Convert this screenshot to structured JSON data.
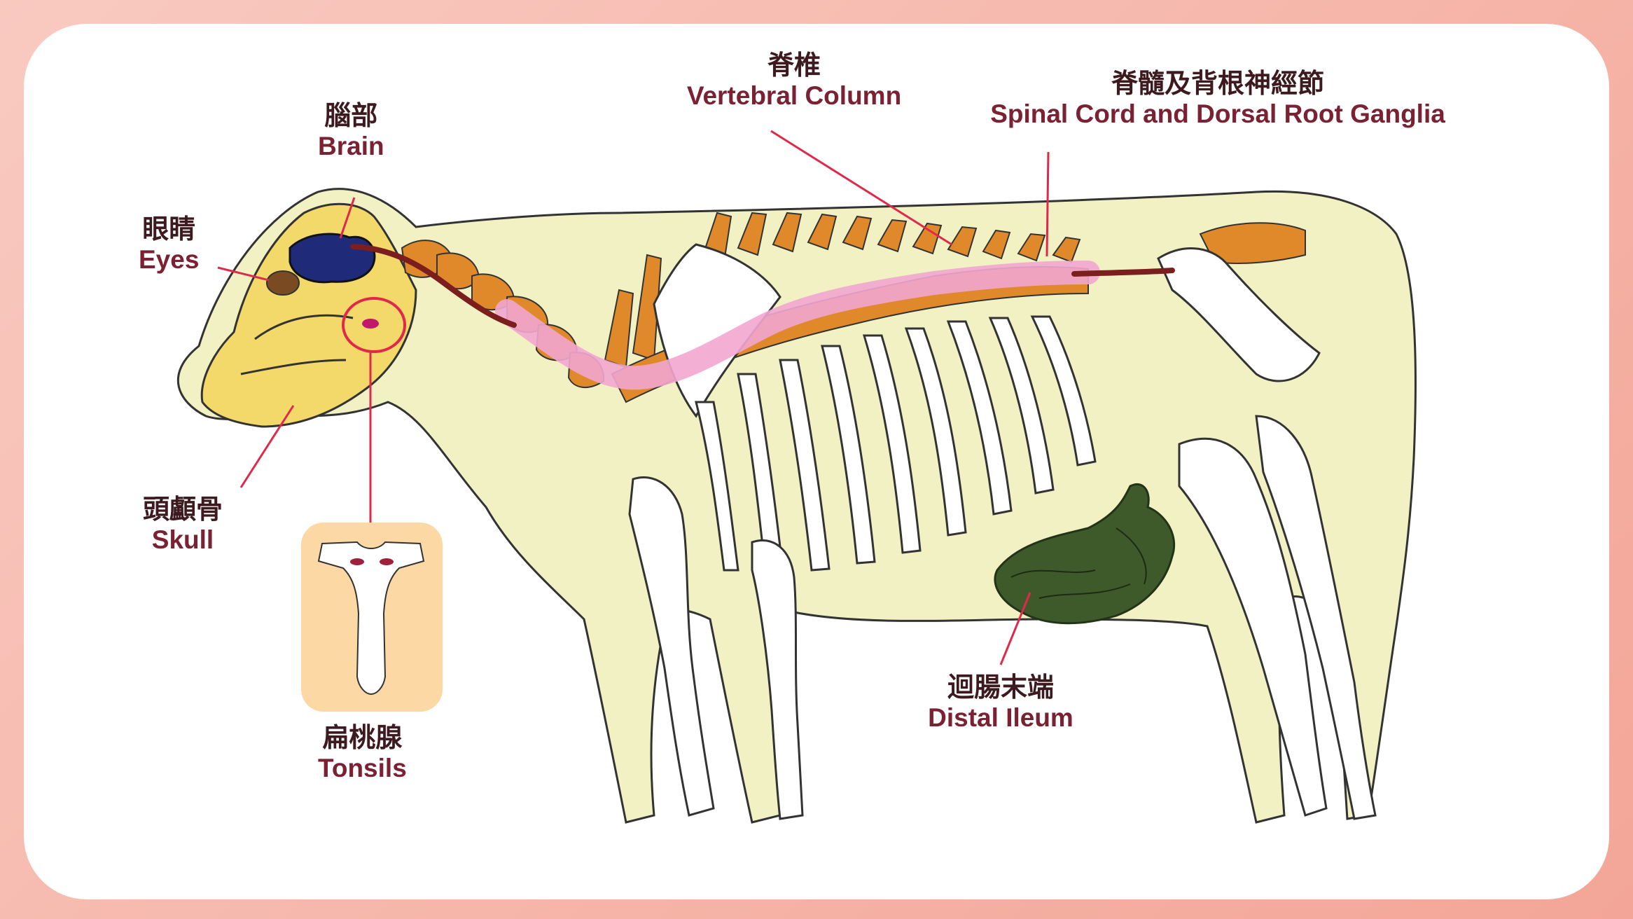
{
  "labels": {
    "brain": {
      "zh": "腦部",
      "en": "Brain"
    },
    "eyes": {
      "zh": "眼睛",
      "en": "Eyes"
    },
    "skull": {
      "zh": "頭顱骨",
      "en": "Skull"
    },
    "tonsils": {
      "zh": "扁桃腺",
      "en": "Tonsils"
    },
    "vertebral_column": {
      "zh": "脊椎",
      "en": "Vertebral Column"
    },
    "spinal_cord": {
      "zh": "脊髓及背根神經節",
      "en": "Spinal Cord and Dorsal Root Ganglia"
    },
    "distal_ileum": {
      "zh": "迴腸末端",
      "en": "Distal Ileum"
    }
  },
  "colors": {
    "background_frame": "#f6b3a6",
    "card": "#ffffff",
    "body_fill": "#f1f1c4",
    "skull_fill": "#f2d96a",
    "vertebrae_fill": "#e0892a",
    "brain_fill": "#1f2a78",
    "spinal_cord": "#7a1e1e",
    "spinal_highlight": "#f2a6cf",
    "ileum_fill": "#3e5a2a",
    "callout_line": "#e0294a",
    "inset_fill": "#fcd9a4",
    "label_text": "#7a2233"
  }
}
